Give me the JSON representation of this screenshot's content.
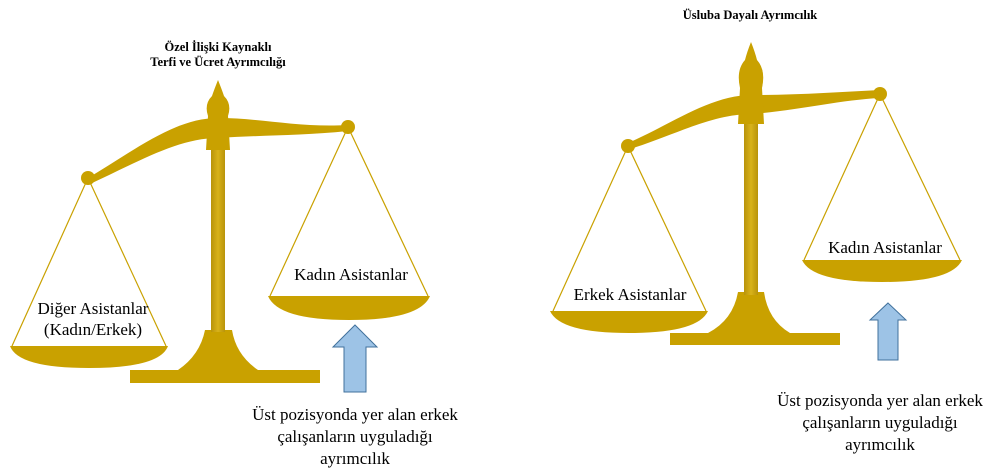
{
  "left_scale": {
    "title_line1": "Özel İlişki Kaynaklı",
    "title_line2": "Terfi ve Ücret Ayrımcılığı",
    "low_pan_label_line1": "Diğer Asistanlar",
    "low_pan_label_line2": "(Kadın/Erkek)",
    "high_pan_label": "Kadın Asistanlar",
    "note_line1": "Üst pozisyonda yer alan erkek",
    "note_line2": "çalışanların uyguladığı",
    "note_line3": "ayrımcılık"
  },
  "right_scale": {
    "title": "Üsluba Dayalı Ayrımcılık",
    "low_pan_label": "Erkek Asistanlar",
    "high_pan_label": "Kadın Asistanlar",
    "note_line1": "Üst pozisyonda yer alan erkek",
    "note_line2": "çalışanların uyguladığı",
    "note_line3": "ayrımcılık"
  },
  "colors": {
    "gold": "#C9A100",
    "gold_dark": "#B08A00",
    "arrow_fill": "#9DC3E6",
    "arrow_stroke": "#41719C"
  }
}
